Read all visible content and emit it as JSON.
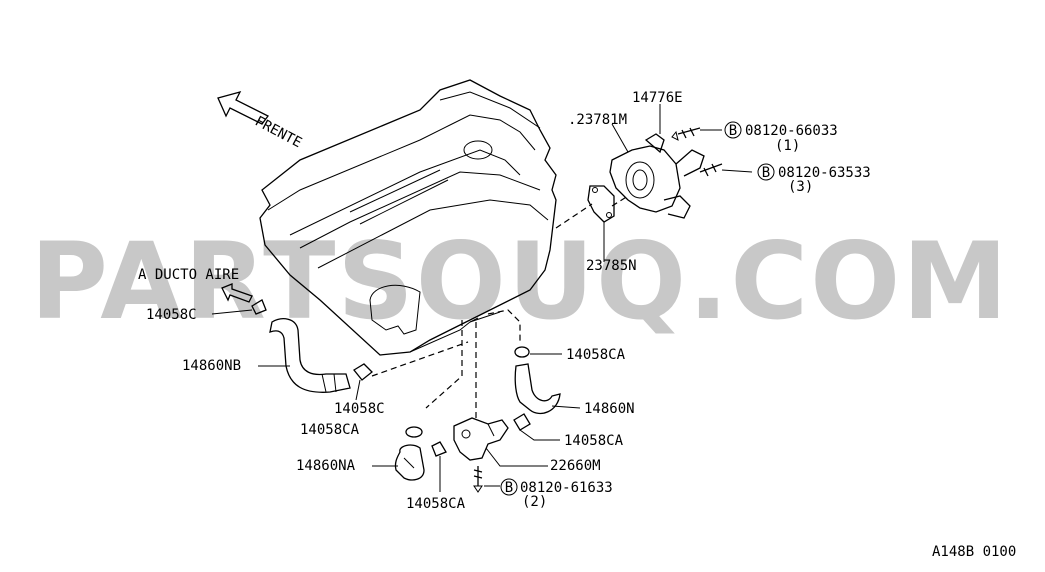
{
  "watermark": "PARTSOUQ.COM",
  "diagram_code": "A148B 0100",
  "direction_label": "FRENTE",
  "duct_label": "A DUCTO AIRE",
  "callouts": {
    "c14776e": "14776E",
    "c23781m": ".23781M",
    "c08120_66033": "08120-66033",
    "c08120_66033_qty": "(1)",
    "c08120_63533": "08120-63533",
    "c08120_63533_qty": "(3)",
    "c23785n": "23785N",
    "c14058c_top": "14058C",
    "c14860nb": "14860NB",
    "c14058ca_right_top": "14058CA",
    "c14860n": "14860N",
    "c14058c_mid": "14058C",
    "c14058ca_left": "14058CA",
    "c14058ca_right_bottom": "14058CA",
    "c22660m": "22660M",
    "c14860na": "14860NA",
    "c08120_61633": "08120-61633",
    "c08120_61633_qty": "(2)",
    "c14058ca_bottom": "14058CA"
  },
  "bolt_symbol": "B"
}
